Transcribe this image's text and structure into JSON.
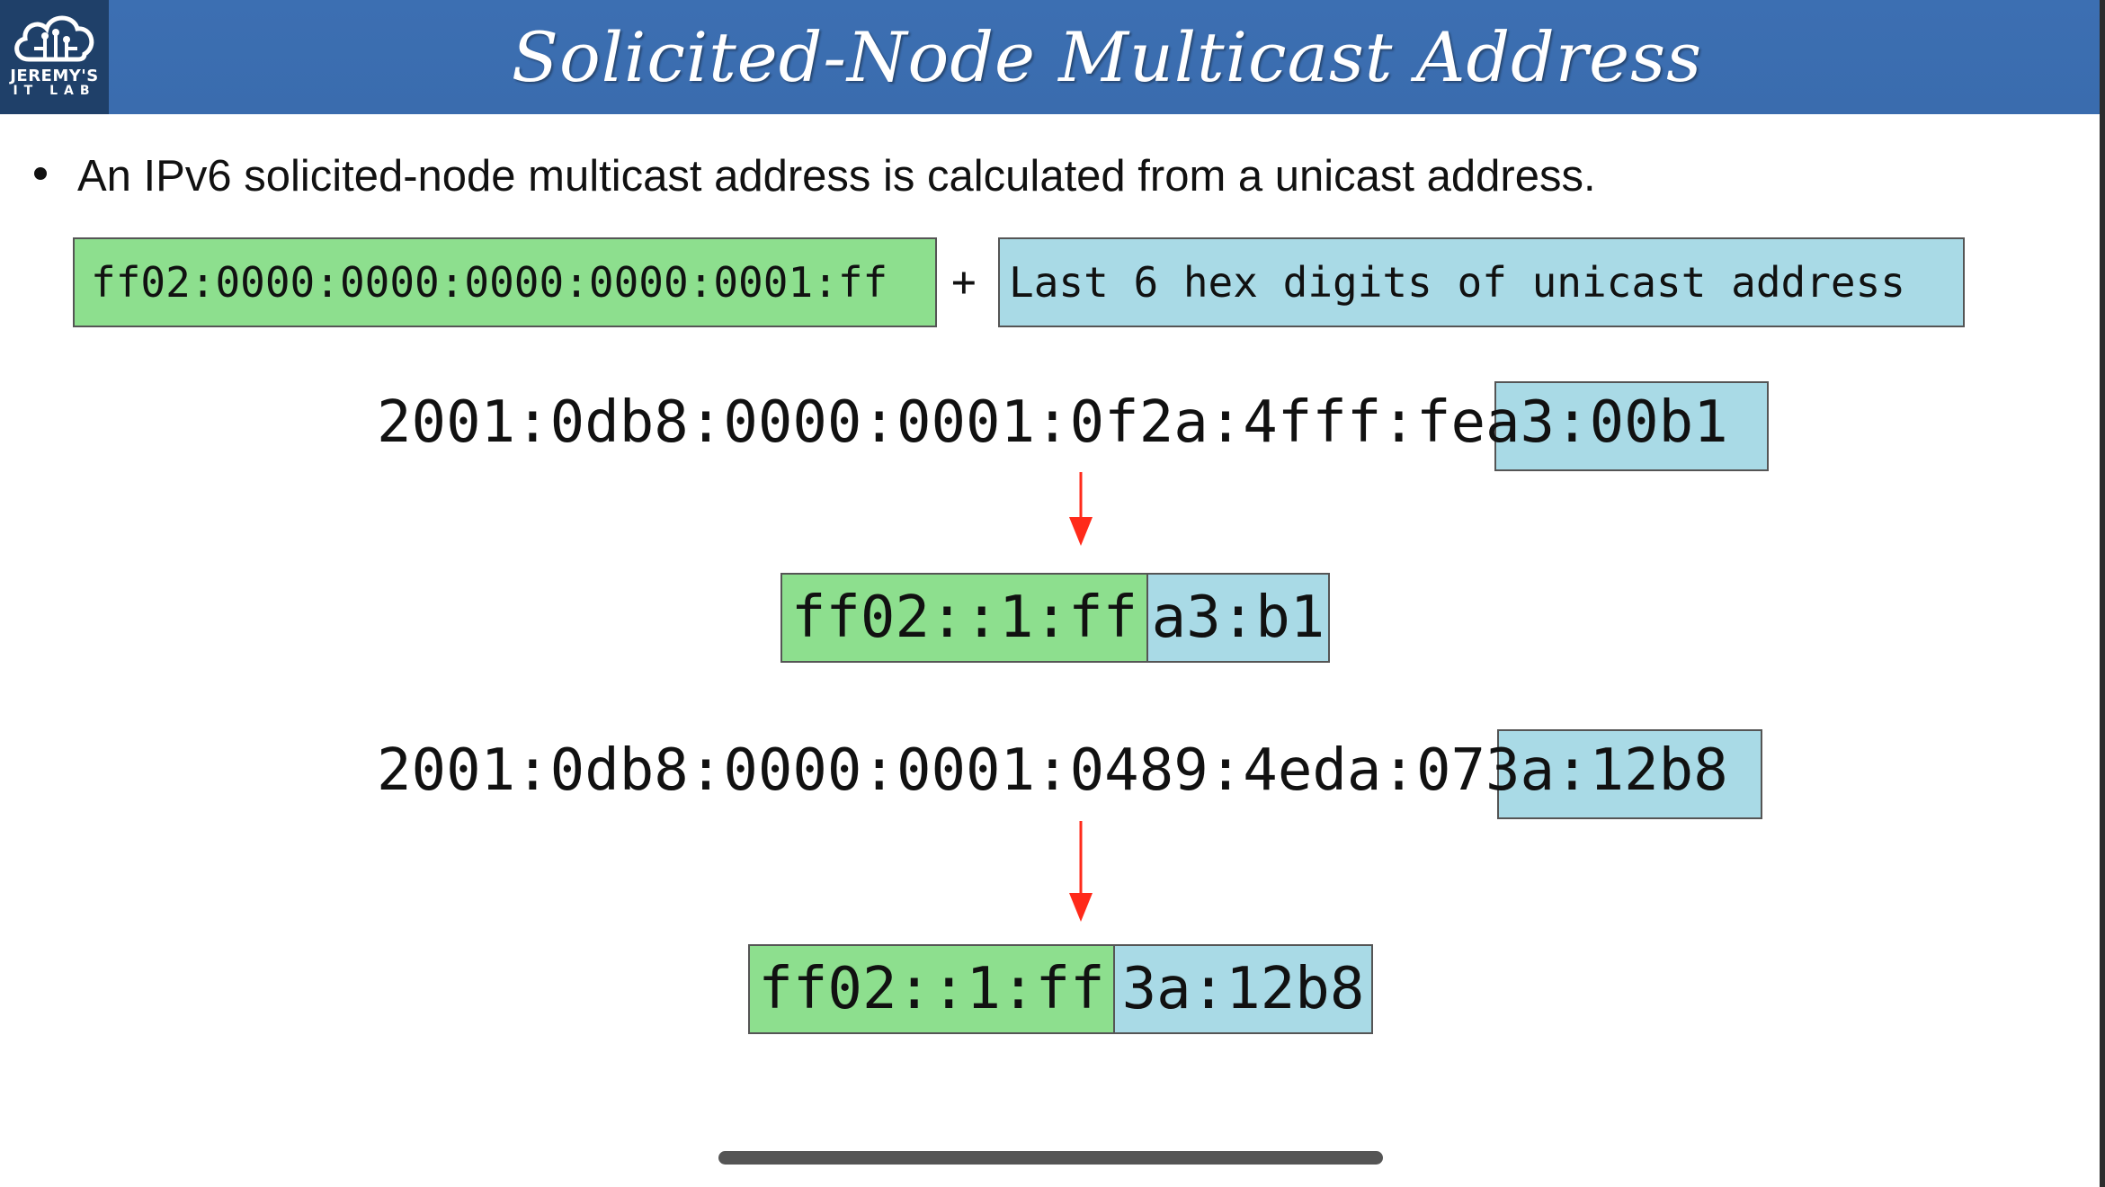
{
  "header": {
    "title": "Solicited-Node Multicast Address",
    "logo_line1": "JEREMY'S",
    "logo_line2": "IT LAB",
    "color": "#3c6fb2"
  },
  "bullet": "An IPv6 solicited-node multicast address is calculated from a unicast address.",
  "formula": {
    "prefix": "ff02:0000:0000:0000:0000:0001:ff",
    "plus": "+",
    "suffix_desc": "Last 6 hex digits of unicast address"
  },
  "examples": [
    {
      "unicast_prefix": "2001:0db8:0000:0001:0f2a:4fff:fe",
      "unicast_suffix": "a3:00b1",
      "result_prefix": "ff02::1:ff",
      "result_suffix": "a3:b1"
    },
    {
      "unicast_prefix": "2001:0db8:0000:0001:0489:4eda:07",
      "unicast_suffix": "3a:12b8",
      "result_prefix": "ff02::1:ff",
      "result_suffix": "3a:12b8"
    }
  ],
  "colors": {
    "green": "#8ddf8e",
    "blue": "#a9dae6",
    "arrow": "#ff2a1a"
  }
}
